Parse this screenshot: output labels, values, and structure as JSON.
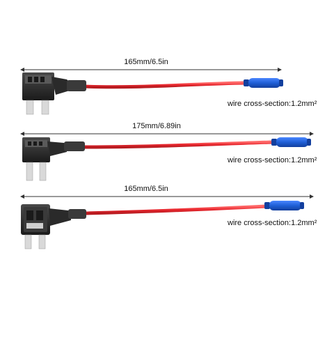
{
  "items": [
    {
      "length_label": "165mm/6.5in",
      "wire_label": "wire cross-section:1.2mm²"
    },
    {
      "length_label": "175mm/6.89in",
      "wire_label": "wire cross-section:1.2mm²"
    },
    {
      "length_label": "165mm/6.5in",
      "wire_label": "wire cross-section:1.2mm²"
    }
  ],
  "colors": {
    "wire": "#e8262d",
    "wire_highlight": "#ff6a6a",
    "connector": "#1f5fd6",
    "connector_dark": "#123f9e",
    "holder": "#2a2a2a",
    "holder_light": "#4a4a4a",
    "blade": "#d9d9d9",
    "dimension_line": "#333333"
  }
}
